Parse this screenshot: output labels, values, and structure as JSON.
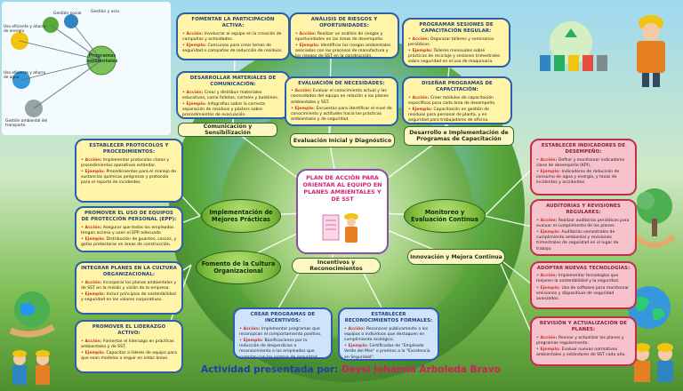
{
  "center": {
    "title": "PLAN DE ACCIÓN PARA ORIENTAR AL EQUIPO EN PLANES AMBIENTALES Y DE SST"
  },
  "nodes": {
    "comunicacion": "Comunicación y Sensibilización",
    "evaluacion": "Evaluación Inicial y Diagnóstico",
    "desarrollo": "Desarrollo e Implementación de Programas de Capacitación",
    "implementacion": "Implementación de Mejores Prácticas",
    "monitoreo": "Monitoreo y Evaluación Continua",
    "fomento": "Fomento de la Cultura Organizacional",
    "incentivos": "Incentivos y Reconocimientos",
    "innovacion": "Innovación y Mejora Continua"
  },
  "boxes": {
    "fomentar": {
      "title": "FOMENTAR LA PARTICIPACIÓN ACTIVA:",
      "accion": "Acción: Involucrar al equipo en la creación de campañas y actividades.",
      "ejemplo": "Ejemplo: Concursos para crear lemas de seguridad o campañas de reducción de residuos."
    },
    "analisis": {
      "title": "ANÁLISIS DE RIESGOS Y OPORTUNIDADES:",
      "accion": "Acción: Realizar un análisis de riesgos y oportunidades en las áreas de desempeño.",
      "ejemplo": "Ejemplo: Identificar los riesgos ambientales asociados con los procesos de manufactura y los riesgos de SST en la construcción."
    },
    "programar": {
      "title": "PROGRAMAR SESIONES DE CAPACITACIÓN REGULAR:",
      "accion": "Acción: Organizar talleres y seminarios periódicos.",
      "ejemplo": "Ejemplo: Talleres mensuales sobre prácticas de reciclaje y sesiones trimestrales sobre seguridad en el uso de maquinaria."
    },
    "materiales": {
      "title": "DESARROLLAR MATERIALES DE COMUNICACIÓN:",
      "accion": "Acción: Crear y distribuir materiales educativos, como folletos, carteles y boletines.",
      "ejemplo": "Ejemplo: Infografías sobre la correcta separación de residuos y pósters sobre procedimientos de evacuación."
    },
    "necesidades": {
      "title": "EVALUACIÓN DE NECESIDADES:",
      "accion": "Acción: Evaluar el conocimiento actual y las necesidades del equipo en relación a los planes ambientales y SST.",
      "ejemplo": "Ejemplo: Encuestas para identificar el nivel de conocimiento y actitudes hacia las prácticas ambientales y de seguridad."
    },
    "disenar": {
      "title": "DISEÑAR PROGRAMAS DE CAPACITACIÓN:",
      "accion": "Acción: Crear módulos de capacitación específicos para cada área de desempeño.",
      "ejemplo": "Ejemplo: Capacitación en gestión de residuos para personal de planta, y en seguridad para trabajadores de oficina."
    },
    "protocolos": {
      "title": "ESTABLECER PROTOCOLOS Y PROCEDIMIENTOS:",
      "accion": "Acción: Implementar protocolos claros y procedimientos operativos estándar.",
      "ejemplo": "Ejemplo: Procedimientos para el manejo de sustancias químicas peligrosas y protocolo para el reporte de incidentes."
    },
    "indicadores": {
      "title": "ESTABLECER INDICADORES DE DESEMPEÑO:",
      "accion": "Acción: Definir y monitorear indicadores clave de desempeño (KPI).",
      "ejemplo": "Ejemplo: Indicadores de reducción de consumo de agua y energía, y tasas de incidentes y accidentes."
    },
    "epp": {
      "title": "PROMOVER EL USO DE EQUIPOS DE PROTECCIÓN PERSONAL (EPP):",
      "accion": "Acción: Asegurar que todos los empleados tengan acceso y usen el EPP adecuado.",
      "ejemplo": "Ejemplo: Distribución de guantes, cascos, y gafas protectoras en áreas de construcción."
    },
    "auditorias": {
      "title": "AUDITORÍAS Y REVISIONES REGULARES:",
      "accion": "Acción: Realizar auditorías periódicas para evaluar el cumplimiento de los planes.",
      "ejemplo": "Ejemplo: Auditorías semestrales de cumplimiento ambiental y revisiones trimestrales de seguridad en el lugar de trabajo."
    },
    "integrar": {
      "title": "INTEGRAR PLANES EN LA CULTURA ORGANIZACIONAL:",
      "accion": "Acción: Incorporar los planes ambientales y de SST en la misión y visión de la empresa.",
      "ejemplo": "Ejemplo: Incluir principios de sostenibilidad y seguridad en los valores corporativos."
    },
    "tecnologias": {
      "title": "ADOPTAR NUEVAS TECNOLOGÍAS:",
      "accion": "Acción: Implementar tecnologías que mejoren la sostenibilidad y la seguridad.",
      "ejemplo": "Ejemplo: Uso de software para monitorear emisiones y dispositivos de seguridad avanzados."
    },
    "liderazgo": {
      "title": "PROMOVER EL LIDERAZGO ACTIVO:",
      "accion": "Acción: Fomentar el liderazgo en prácticas ambientales y de SST.",
      "ejemplo": "Ejemplo: Capacitar a líderes de equipo para que sean modelos a seguir en estas áreas."
    },
    "incentivos": {
      "title": "CREAR PROGRAMAS DE INCENTIVOS:",
      "accion": "Acción: Implementar programas que reconozcan el comportamiento positivo.",
      "ejemplo": "Ejemplo: Bonificaciones por la reducción de desperdicios o reconocimiento a los empleados que cumplan con las normas de seguridad."
    },
    "reconocimientos": {
      "title": "ESTABLECER RECONOCIMIENTOS FORMALES:",
      "accion": "Acción: Reconocer públicamente a los equipos o individuos que destaquen en cumplimiento ecológico.",
      "ejemplo": "Ejemplo: Certificados de \"Empleado Verde del Mes\" o premios a la \"Excelencia en Seguridad\"."
    },
    "revision": {
      "title": "REVISIÓN Y ACTUALIZACIÓN DE PLANES:",
      "accion": "Acción: Revisar y actualizar los planes y programas regularmente.",
      "ejemplo": "Ejemplo: Evaluar nuevas normativas ambientales y estándares de SST cada año."
    }
  },
  "sidebar_diagram": {
    "labels": [
      "Gestión social",
      "Gestión y ocio",
      "Uso eficiente y ahorro de energía",
      "Programas ambientales",
      "Uso eficiente y ahorro de agua",
      "Gestión ambiental del transporte"
    ]
  },
  "signature": {
    "prefix": "Actividad presentada por: ",
    "name": "Deysi Johanna Arboleda Bravo"
  },
  "colors": {
    "accent_blue": "#2b5fa8",
    "accent_pink": "#d81b60",
    "note_yellow": "#fff4a8",
    "note_pink": "#f7c2cc",
    "note_blue": "#cfe4fb"
  }
}
